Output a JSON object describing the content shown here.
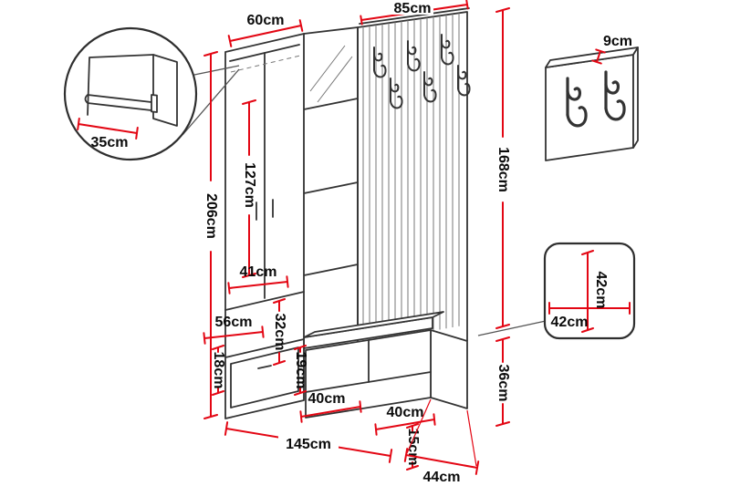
{
  "colors": {
    "dimension_red": "#e30613",
    "outline_dark": "#333333"
  },
  "dims": {
    "wardrobe_width": "60cm",
    "coat_panel_width": "85cm",
    "wall_panel_depth": "9cm",
    "rail_depth": "35cm",
    "total_height": "206cm",
    "hanging_height": "127cm",
    "compartment_width": "41cm",
    "interior_width": "56cm",
    "shelf_height": "32cm",
    "left_niche_height": "18cm",
    "right_niche_height": "19cm",
    "niche_width_left": "40cm",
    "niche_width_right": "40cm",
    "bench_height": "36cm",
    "plinth_height": "15cm",
    "panel_height": "168cm",
    "total_width": "145cm",
    "bench_depth": "44cm",
    "detail_height": "42cm",
    "detail_width": "42cm"
  }
}
